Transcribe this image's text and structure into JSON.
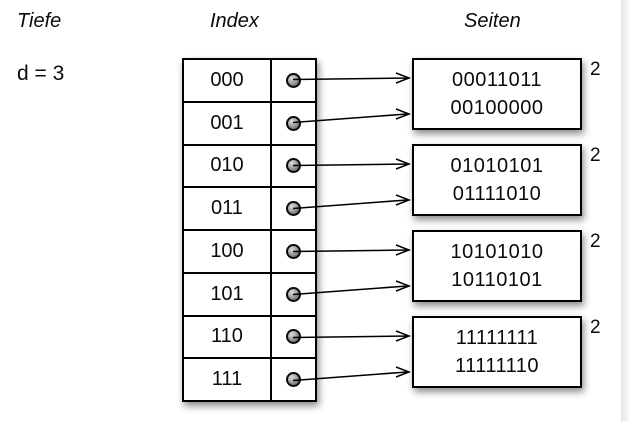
{
  "headers": {
    "tiefe": "Tiefe",
    "index": "Index",
    "seiten": "Seiten"
  },
  "depth_label": "d = 3",
  "index_table": {
    "rows": [
      "000",
      "001",
      "010",
      "011",
      "100",
      "101",
      "110",
      "111"
    ]
  },
  "pages": [
    {
      "entries": [
        "00011011",
        "00100000"
      ],
      "local_depth": "2"
    },
    {
      "entries": [
        "01010101",
        "01111010"
      ],
      "local_depth": "2"
    },
    {
      "entries": [
        "10101010",
        "10110101"
      ],
      "local_depth": "2"
    },
    {
      "entries": [
        "11111111",
        "11111110"
      ],
      "local_depth": "2"
    }
  ],
  "connections": [
    {
      "row": 0,
      "page": 0
    },
    {
      "row": 1,
      "page": 0
    },
    {
      "row": 2,
      "page": 1
    },
    {
      "row": 3,
      "page": 1
    },
    {
      "row": 4,
      "page": 2
    },
    {
      "row": 5,
      "page": 2
    },
    {
      "row": 6,
      "page": 3
    },
    {
      "row": 7,
      "page": 3
    }
  ],
  "colors": {
    "ink": "#000000",
    "background": "#ffffff",
    "dot_fill": "#9a9a9a",
    "edge_strip": "#efefef"
  }
}
